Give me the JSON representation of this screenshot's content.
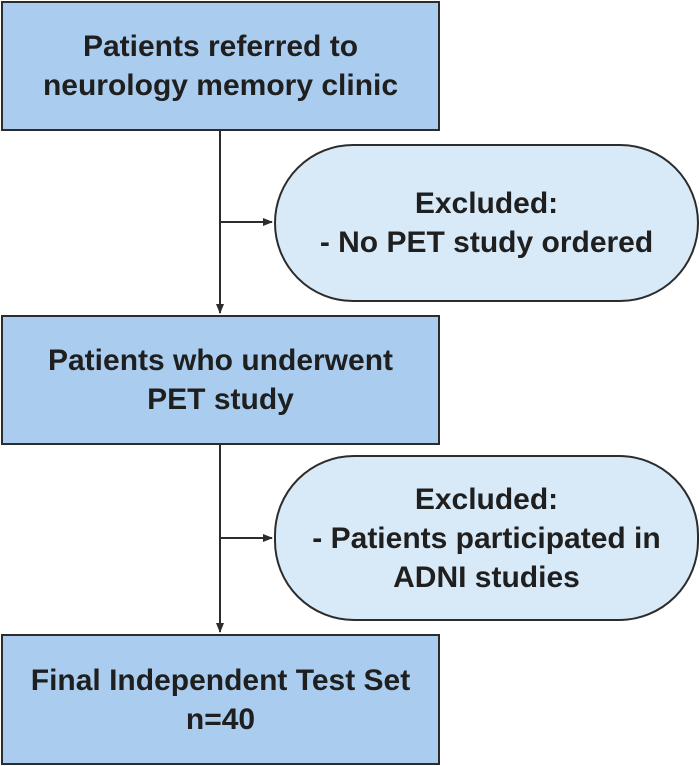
{
  "flowchart": {
    "step1": {
      "line1": "Patients referred to",
      "line2": "neurology memory clinic"
    },
    "exclusion1": {
      "heading": "Excluded:",
      "line1": "- No PET study ordered"
    },
    "step2": {
      "line1": "Patients who underwent",
      "line2": "PET study"
    },
    "exclusion2": {
      "heading": "Excluded:",
      "line1": "- Patients participated in",
      "line2": "ADNI studies"
    },
    "step3": {
      "line1": "Final Independent Test Set",
      "line2": "n=40"
    }
  },
  "colors": {
    "main_box_fill": "#aacdef",
    "exclusion_fill": "#d8eaf8",
    "stroke": "#2c2c2c"
  }
}
